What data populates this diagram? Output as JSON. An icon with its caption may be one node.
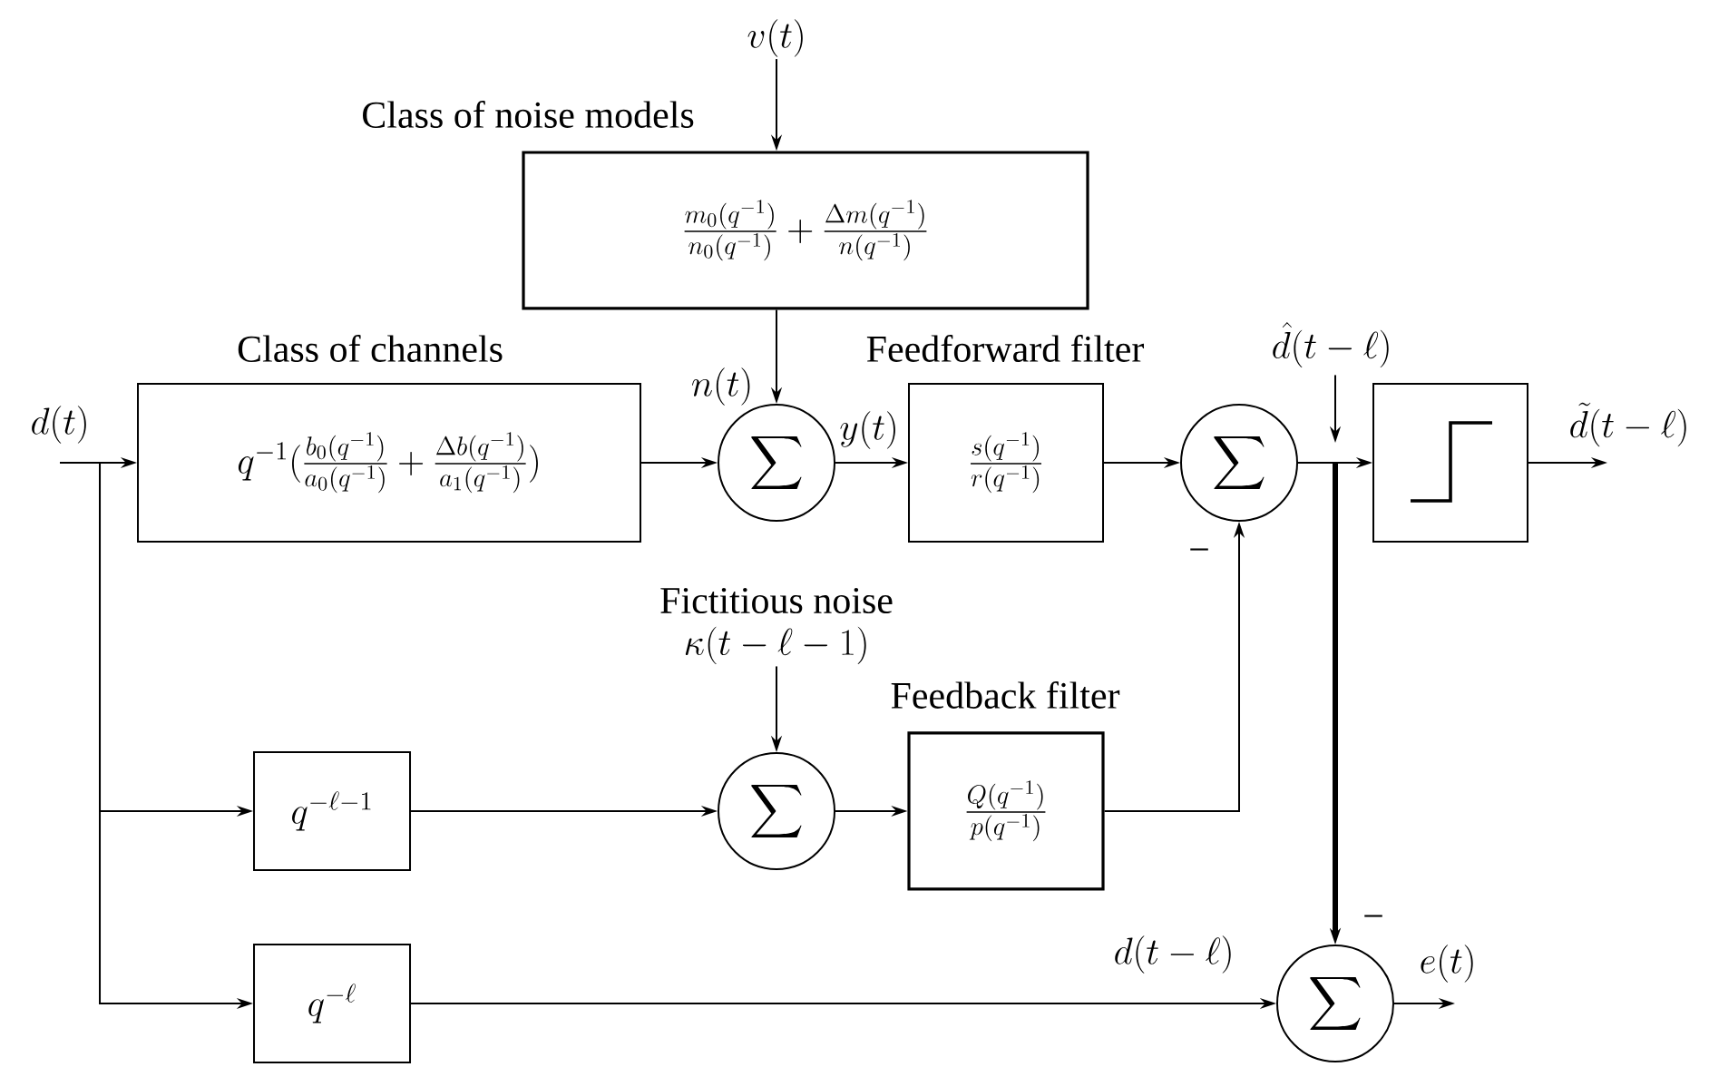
{
  "diagram": {
    "nodes": [
      {
        "text": [
          "Class of noise models",
          "\\frac{m_0(q^{-1})}{n_0(q^{-1})}+\\frac{\\Delta m(q^{-1})}{n(q^{-1})}"
        ]
      },
      {
        "text": [
          "Class of channels",
          "q^{-1}(\\frac{b_0(q^{-1})}{a_0(q^{-1})}+\\frac{\\Delta b(q^{-1})}{a_1(q^{-1})})"
        ]
      },
      {
        "text": [
          "\\sum"
        ]
      },
      {
        "text": [
          "Feedforward filter",
          "\\frac{s(q^{-1})}{r(q^{-1})}"
        ]
      },
      {
        "text": [
          "\\sum"
        ]
      },
      {
        "text": [],
        "shape": "box"
      },
      {
        "text": [
          "q^{-\\ell-1}"
        ]
      },
      {
        "text": [
          "\\sum"
        ]
      },
      {
        "text": [
          "Feedback filter",
          "\\frac{Q(q^{-1})}{p(q^{-1})}"
        ]
      },
      {
        "text": [
          "q^{-\\ell}"
        ]
      },
      {
        "text": [
          "\\sum"
        ]
      },
      {
        "text": [
          "v(t)"
        ]
      },
      {
        "text": [
          "d(t)"
        ]
      },
      {
        "text": [
          "Fictitious noise",
          "\\kappa(t-\\ell-1)"
        ]
      },
      {
        "text": [
          "\\hat{d}(t-\\ell)"
        ]
      }
    ],
    "edges": [
      {
        "from": 11,
        "to": 0,
        "arrow": "to"
      },
      {
        "from": 0,
        "to": 2,
        "arrow": "to",
        "label": "n(t)"
      },
      {
        "from": 12,
        "to": 1,
        "arrow": "to"
      },
      {
        "from": 12,
        "to": 6,
        "arrow": "to"
      },
      {
        "from": 12,
        "to": 9,
        "arrow": "to"
      },
      {
        "from": 1,
        "to": 2,
        "arrow": "to"
      },
      {
        "from": 2,
        "to": 3,
        "arrow": "to",
        "label": "y(t)"
      },
      {
        "from": 3,
        "to": 4,
        "arrow": "to"
      },
      {
        "from": 14,
        "to": null,
        "arrow": "to"
      },
      {
        "from": 4,
        "to": 5,
        "arrow": "to"
      },
      {
        "from": 4,
        "to": 10,
        "arrow": "to",
        "style": "thick"
      },
      {
        "from": 5,
        "to": null,
        "arrow": "to",
        "label": "\\tilde{d}(t-\\ell)"
      },
      {
        "from": 13,
        "to": 7,
        "arrow": "to"
      },
      {
        "from": 6,
        "to": 7,
        "arrow": "to"
      },
      {
        "from": 7,
        "to": 8,
        "arrow": "to"
      },
      {
        "from": 8,
        "to": 4,
        "arrow": "to"
      },
      {
        "from": 9,
        "to": 10,
        "arrow": "to",
        "label": "d(t-\\ell)"
      },
      {
        "from": 10,
        "to": null,
        "arrow": "to",
        "label": "e(t)"
      }
    ],
    "labels": [
      "−",
      "−"
    ]
  }
}
